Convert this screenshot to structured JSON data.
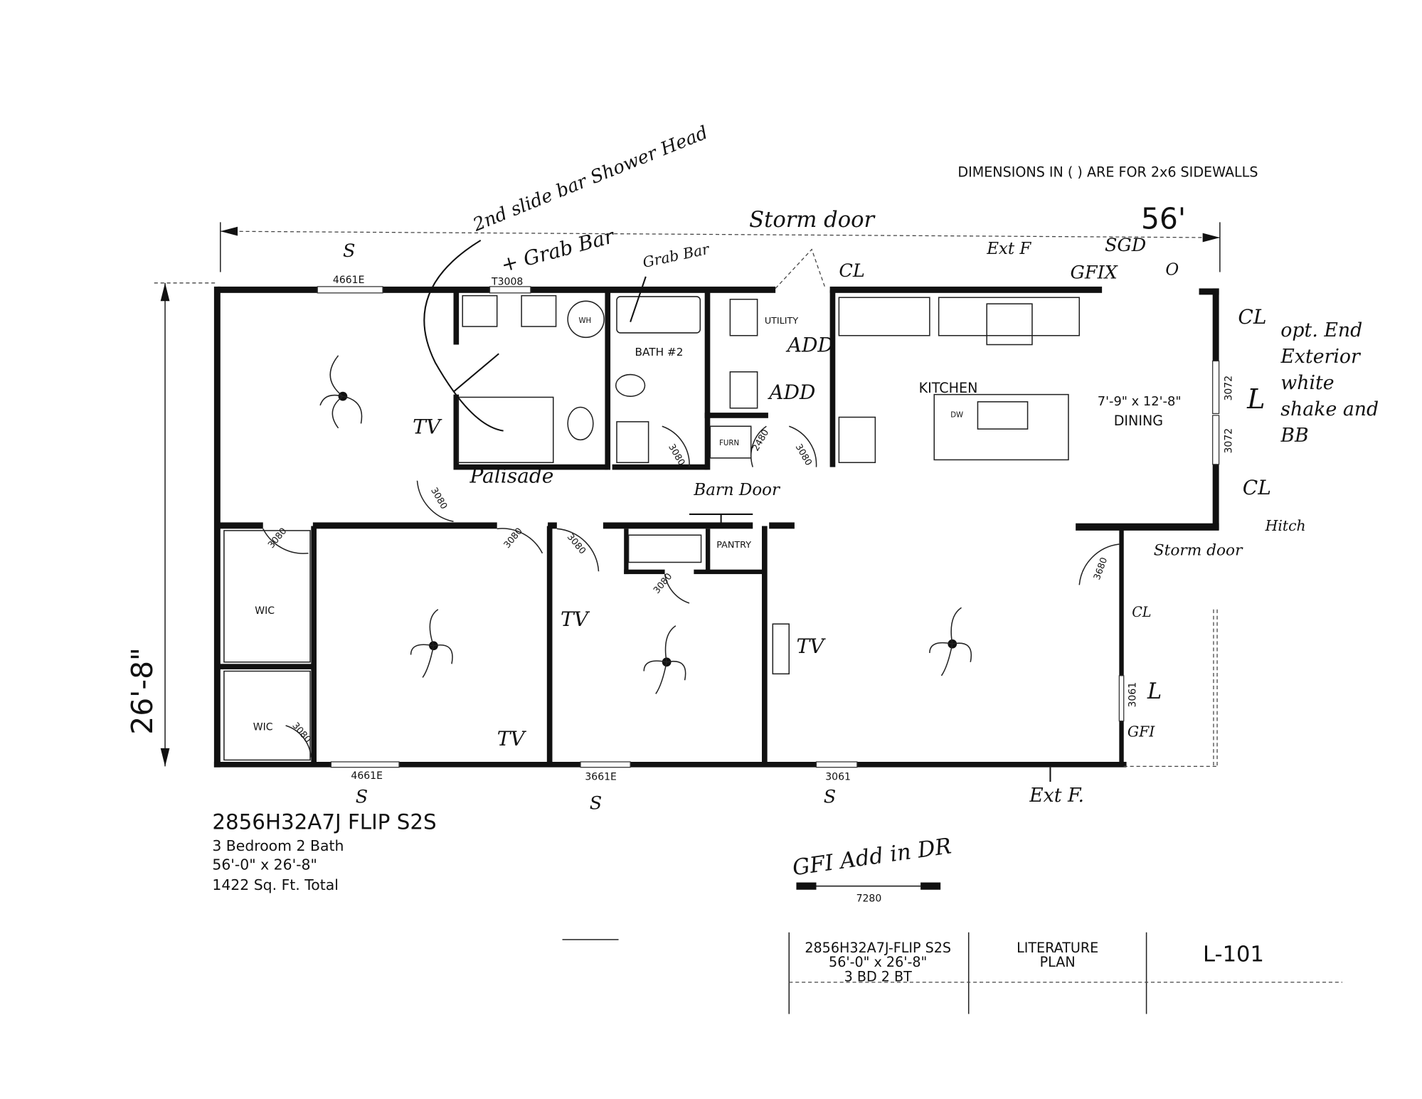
{
  "header": {
    "dimensions_note": "DIMENSIONS IN ( ) ARE FOR 2x6 SIDEWALLS",
    "overall_length": "56'",
    "overall_width": "26'-8\""
  },
  "rooms": {
    "bath2": "BATH #2",
    "utility": "UTILITY",
    "kitchen": "KITCHEN",
    "dining_size": "7'-9\" x 12'-8\"",
    "dining": "DINING",
    "pantry": "PANTRY",
    "wic1": "WIC",
    "wic2": "WIC",
    "dw": "DW",
    "wh": "WH",
    "furn": "FURN"
  },
  "windows": {
    "w_top_left": "4661E",
    "w_top_bath": "T3008",
    "w_bot_left": "4661E",
    "w_bot_mid": "3661E",
    "w_bot_right": "3061",
    "w_right_1": "3072",
    "w_right_2": "3072",
    "w_right_low": "3061",
    "door_7280": "7280"
  },
  "doors": [
    "3080",
    "3080",
    "3080",
    "3080",
    "3080",
    "3080",
    "3080",
    "2480",
    "3080",
    "3680"
  ],
  "annotations": {
    "shower": "2nd slide bar Shower Head",
    "grab_bar1": "+ Grab Bar",
    "grab_bar2": "Grab Bar",
    "stormdoor_top": "Storm door",
    "cl_top": "CL",
    "ext_f_top": "Ext F",
    "sgd": "SGD",
    "gfix": "GFIX",
    "o_mark": "O",
    "cl_right1": "CL",
    "l_right": "L",
    "cl_right2": "CL",
    "opt_end": "opt. End Exterior white shake and BB",
    "hitch": "Hitch",
    "storm_door_right": "Storm door",
    "cl_right3": "CL",
    "l_right2": "L",
    "gfi_right": "GFI",
    "add1": "ADD",
    "add2": "ADD",
    "palisade": "Palisade",
    "barn_door": "Barn Door",
    "tv1": "TV",
    "tv2": "TV",
    "tv3": "TV",
    "tv4": "TV",
    "s1": "S",
    "s2": "S",
    "s3": "S",
    "s4": "S",
    "ext_f_bottom": "Ext F.",
    "gfi_add": "GFI Add in DR"
  },
  "model": {
    "name": "2856H32A7J FLIP S2S",
    "beds": "3 Bedroom 2 Bath",
    "size": "56'-0\" x 26'-8\"",
    "area": "1422 Sq. Ft. Total"
  },
  "title_block": {
    "model": "2856H32A7J-FLIP S2S",
    "size": "56'-0\" x 26'-8\"",
    "beds": "3 BD 2 BT",
    "sheet_title_1": "LITERATURE",
    "sheet_title_2": "PLAN",
    "sheet_no": "L-101"
  }
}
